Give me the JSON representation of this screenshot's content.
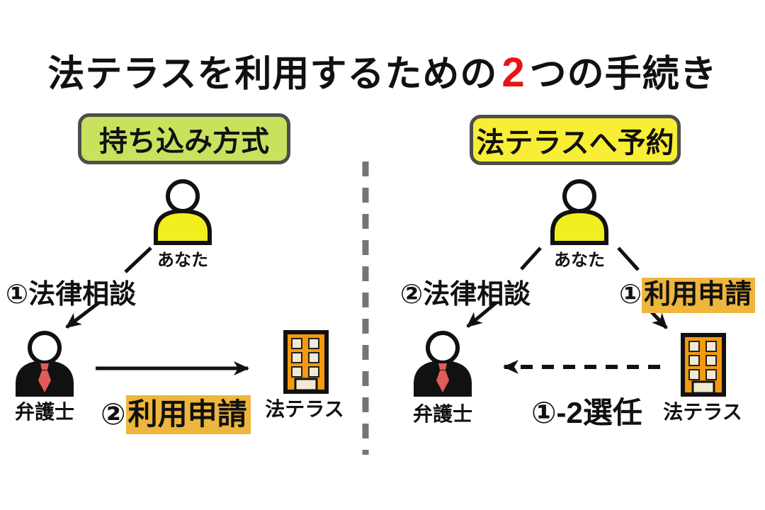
{
  "title": {
    "prefix": "法テラスを利用するための",
    "highlight_number": "2",
    "suffix": "つの手続き"
  },
  "colors": {
    "title_number_red": "#e81414",
    "green_box_bg": "#c9e25e",
    "yellow_box_bg": "#f8ee35",
    "box_border": "#4d4d4d",
    "person_body_yellow": "#f2ee20",
    "lawyer_body_black": "#111111",
    "tie_red": "#e05c58",
    "building_orange": "#f49a0c",
    "window_cream": "#f2e9d3",
    "label_highlight_amber": "#eeb63c",
    "divider_gray": "#757575",
    "arrow_black": "#111111"
  },
  "left_panel": {
    "header": "持ち込み方式",
    "person_label": "あなた",
    "lawyer_label": "弁護士",
    "building_label": "法テラス",
    "step1_label": "①法律相談",
    "step2_prefix": "②",
    "step2_highlight": "利用申請"
  },
  "right_panel": {
    "header": "法テラスへ予約",
    "person_label": "あなた",
    "lawyer_label": "弁護士",
    "building_label": "法テラス",
    "step2_label": "②法律相談",
    "step1_prefix": "①",
    "step1_highlight": "利用申請",
    "step1_2_label": "①-2選任"
  }
}
